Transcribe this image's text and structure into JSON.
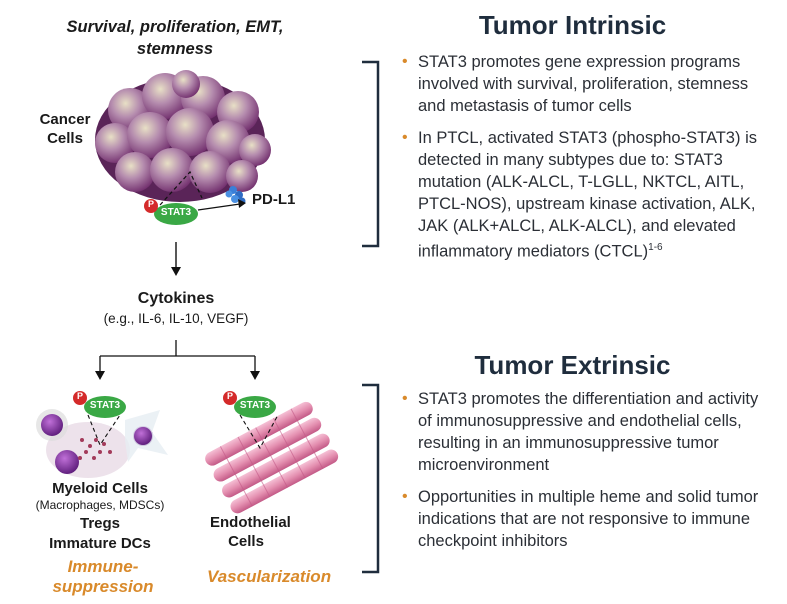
{
  "left": {
    "top_caption": "Survival, proliferation, EMT, stemness",
    "cancer_cells_label": "Cancer Cells",
    "pdl1_label": "PD-L1",
    "stat3_label": "STAT3",
    "phospho_label": "P",
    "cytokines_label": "Cytokines",
    "cytokines_examples": "(e.g., IL-6, IL-10, VEGF)",
    "myeloid_label": "Myeloid Cells",
    "myeloid_sub": "(Macrophages, MDSCs)",
    "tregs_label": "Tregs",
    "immature_dcs_label": "Immature DCs",
    "endothelial_label": "Endothelial Cells",
    "immune_suppression_label": "Immune-suppression",
    "vascularization_label": "Vascularization"
  },
  "right": {
    "intrinsic_title": "Tumor Intrinsic",
    "intrinsic_bullets": [
      "STAT3 promotes gene expression programs involved with survival, proliferation, stemness and metastasis of tumor cells",
      "In PTCL, activated STAT3 (phospho-STAT3) is detected in many subtypes due to: STAT3 mutation (ALK-ALCL, T-LGLL, NKTCL, AITL, PTCL-NOS), upstream kinase activation, ALK, JAK (ALK+ALCL, ALK-ALCL), and elevated inflammatory mediators (CTCL)"
    ],
    "intrinsic_ref": "1-6",
    "extrinsic_title": "Tumor Extrinsic",
    "extrinsic_bullets": [
      "STAT3 promotes the differentiation and activity of immunosuppressive and endothelial cells, resulting in an immunosuppressive tumor microenvironment",
      "Opportunities in multiple heme and solid tumor indications that are not responsive to immune checkpoint inhibitors"
    ]
  },
  "colors": {
    "accent_orange": "#d98a2b",
    "stat3_green": "#3aa845",
    "phospho_red": "#d42a2a",
    "title_navy": "#1f2d3d",
    "cell_purple": "#8e3a8a",
    "vessel_pink": "#e48fb0"
  }
}
